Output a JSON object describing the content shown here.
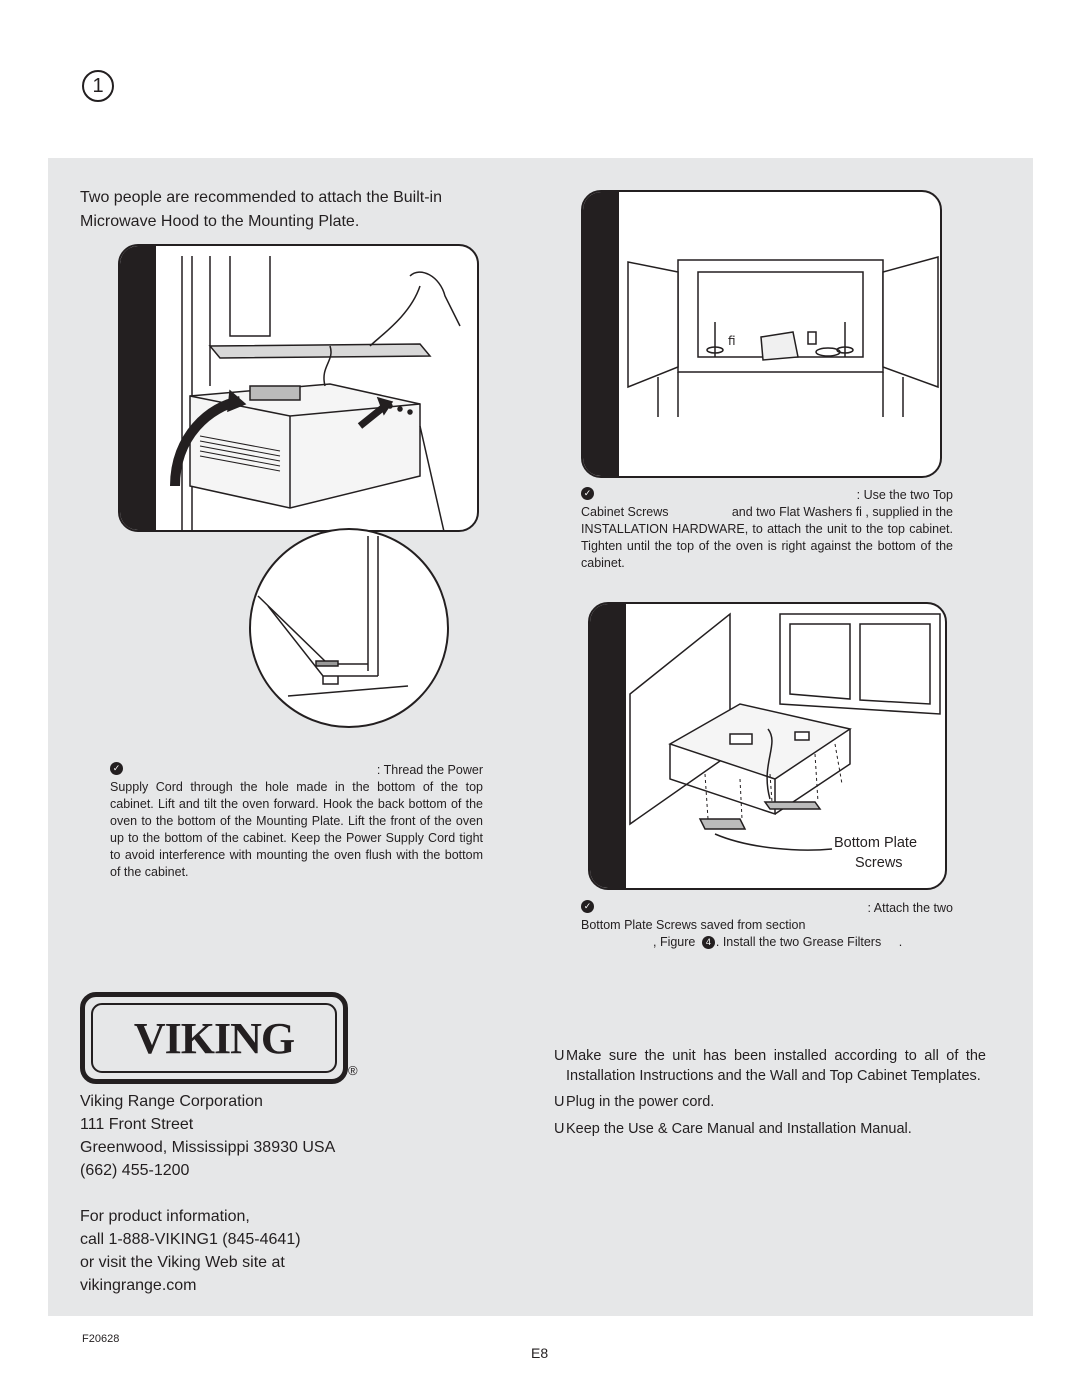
{
  "step": {
    "number": "1"
  },
  "intro": {
    "line1": "Two people are recommended to attach the Built-in",
    "line2": "Microwave Hood to the Mounting Plate."
  },
  "left_figure": {
    "caption_lead": ": Thread the Power",
    "caption_body": "Supply Cord through the hole made in the bottom of the top cabinet. Lift and tilt the oven forward. Hook the back bottom of the oven to the bottom of the Mounting Plate. Lift the front of the oven up to the bottom of the cabinet. Keep the Power Supply Cord tight to avoid interference with mounting the oven flush with the bottom of the cabinet."
  },
  "top_right_figure": {
    "callout": "fi",
    "caption_lead": ": Use the two Top",
    "caption_l2a": "Cabinet Screws",
    "caption_l2b": "and two Flat Washers fi , supplied in the",
    "caption_body": "INSTALLATION HARDWARE, to attach the unit to the top cabinet. Tighten until the top of the oven is right against the bottom of the cabinet."
  },
  "bottom_right_figure": {
    "label_line1": "Bottom Plate",
    "label_line2": "Screws",
    "caption_lead": ": Attach the two",
    "caption_l2": "Bottom Plate Screws saved from section",
    "caption_l3a": ", Figure",
    "caption_l3_badge": "4",
    "caption_l3b": ". Install the two Grease Filters",
    "caption_l3c": "."
  },
  "brand": {
    "logo_text": "VIKING",
    "registered": "®"
  },
  "address": {
    "company": "Viking Range Corporation",
    "street": "111 Front Street",
    "city": "Greenwood, Mississippi 38930 USA",
    "phone": "(662) 455-1200"
  },
  "info": {
    "line1": "For product information,",
    "line2": "call 1-888-VIKING1 (845-4641)",
    "line3": "or visit the Viking Web site at",
    "line4": "vikingrange.com"
  },
  "checklist": {
    "bullet": "U",
    "items": [
      "Make sure the unit has been installed according to all of the Installation Instructions and the Wall and Top Cabinet Templates.",
      "Plug in the power cord.",
      "Keep the Use & Care Manual and Installation Manual."
    ]
  },
  "footer": {
    "code": "F20628",
    "page": "E8"
  }
}
